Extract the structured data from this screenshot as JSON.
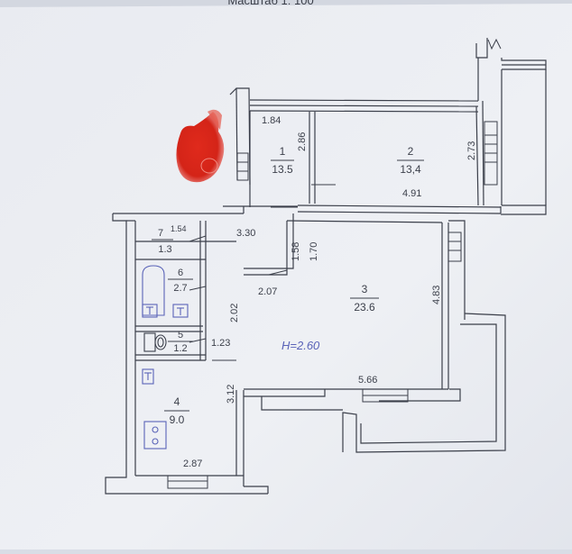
{
  "header": {
    "scale_text": "Масштаб 1: 100"
  },
  "rooms": [
    {
      "number": "1",
      "area": "13.5"
    },
    {
      "number": "2",
      "area": "13,4"
    },
    {
      "number": "3",
      "area": "23.6"
    },
    {
      "number": "4",
      "area": "9.0"
    },
    {
      "number": "5",
      "area": "1.2"
    },
    {
      "number": "6",
      "area": "2.7"
    },
    {
      "number": "7",
      "area": "1.3"
    }
  ],
  "dimensions": {
    "d184": "1.84",
    "d286": "2.86",
    "d273": "2.73",
    "d491": "4.91",
    "d154": "1.54",
    "d330": "3.30",
    "d158": "1.58",
    "d170": "1.70",
    "d483": "4.83",
    "d202": "2.02",
    "d207": "2.07",
    "d123": "1.23",
    "d312": "3.12",
    "d566": "5.66",
    "d287": "2.87"
  },
  "ceiling_height": "H=2.60",
  "colors": {
    "paper": "#eceef3",
    "ink": "#3b3f4a",
    "pen_blue": "#5a63b8",
    "stamp_red": "#d8241a"
  }
}
